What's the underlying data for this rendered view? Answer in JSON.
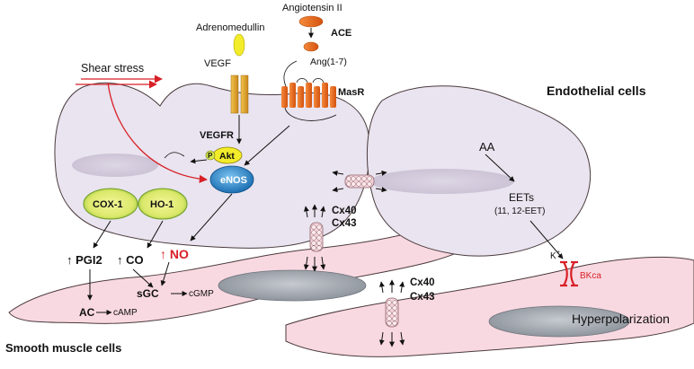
{
  "labels": {
    "angiotensin": "Angiotensin II",
    "ace": "ACE",
    "ang17": "Ang(1-7)",
    "masr": "MasR",
    "adrenomedullin": "Adrenomedullin",
    "vegf": "VEGF",
    "vegfr": "VEGFR",
    "shear": "Shear stress",
    "p": "P",
    "akt": "Akt",
    "enos": "eNOS",
    "endothelial": "Endothelial cells",
    "aa": "AA",
    "eets": "EETs",
    "eets_sub": "(11, 12-EET)",
    "cx40a": "Cx40",
    "cx43a": "Cx43",
    "cx40b": "Cx40",
    "cx43b": "Cx43",
    "cox1": "COX-1",
    "ho1": "HO-1",
    "pgi2": "↑ PGI2",
    "co": "↑ CO",
    "no": "↑ NO",
    "sgc": "sGC",
    "cgmp": "cGMP",
    "ac": "AC",
    "camp": "cAMP",
    "k": "K",
    "k_sup": "+",
    "bkca": "BKca",
    "hyper": "Hyperpolarization",
    "smooth": "Smooth muscle cells"
  },
  "colors": {
    "endothelial_fill": "#e9e4ef",
    "smooth_fill": "#f9d9e1",
    "nucleus": "#9aa0a8",
    "accent_red": "#d81f26",
    "receptor_orange": "#e8661c",
    "vegfr_gold": "#e6a92c",
    "enos_blue": "#2a86c9",
    "enzyme_green": "#9cc53a",
    "enzyme_yellow": "#eef27a"
  }
}
